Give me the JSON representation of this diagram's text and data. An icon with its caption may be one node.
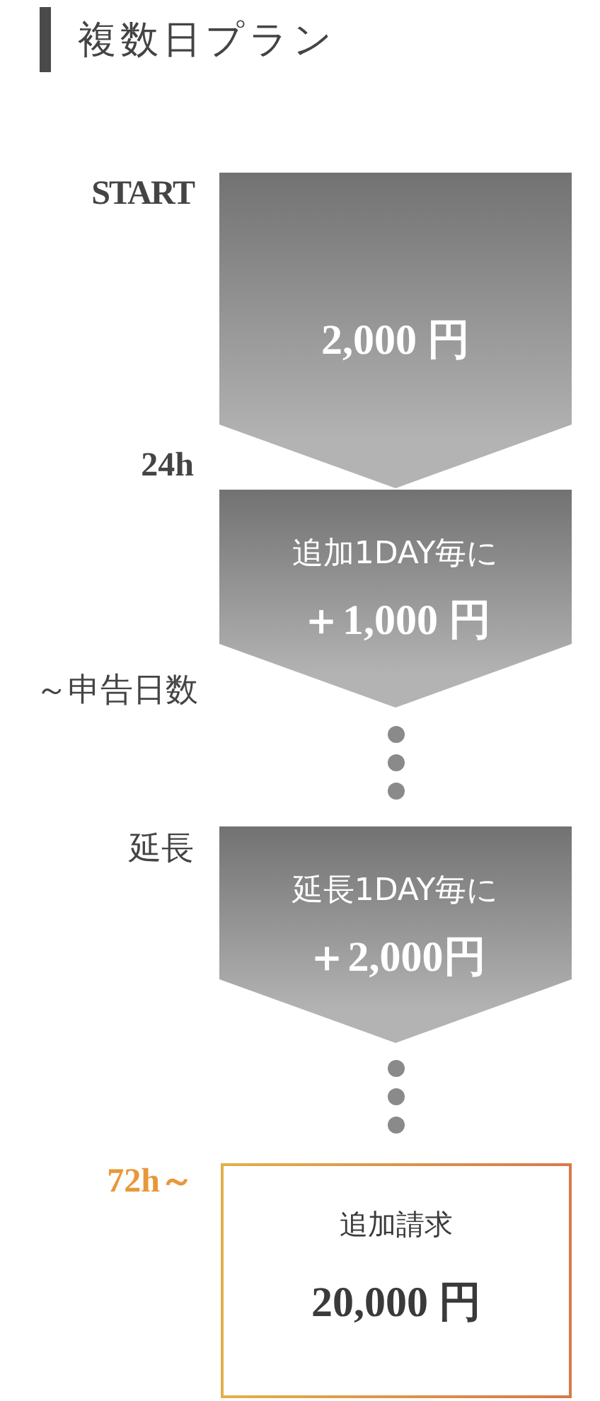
{
  "diagram": {
    "title": "複数日プラン",
    "nodes": [
      {
        "text": [
          "2,000 円"
        ]
      },
      {
        "text": [
          "追加1DAY毎に",
          "＋1,000 円"
        ]
      },
      {
        "text": [
          "延長1DAY毎に",
          "＋2,000円"
        ]
      },
      {
        "text": [
          "追加請求",
          "20,000 円"
        ]
      }
    ],
    "edges": [],
    "labels": [
      "START",
      "24h",
      "～申告日数",
      "延長",
      "72h～"
    ]
  }
}
